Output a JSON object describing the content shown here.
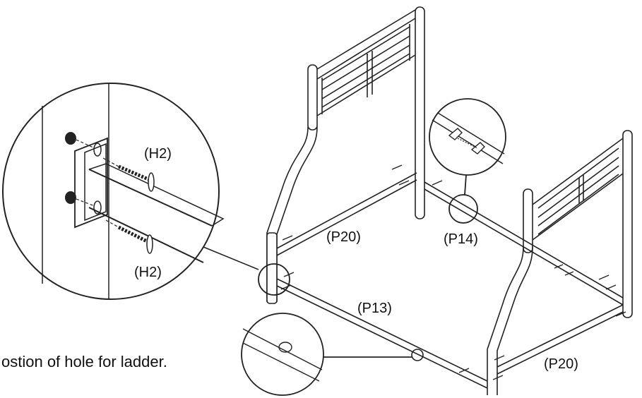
{
  "labels": {
    "h2_top": "(H2)",
    "h2_bottom": "(H2)",
    "p20_back": "(P20)",
    "p14": "(P14)",
    "p13": "(P13)",
    "p20_front": "(P20)"
  },
  "caption": "ostion of hole for ladder."
}
